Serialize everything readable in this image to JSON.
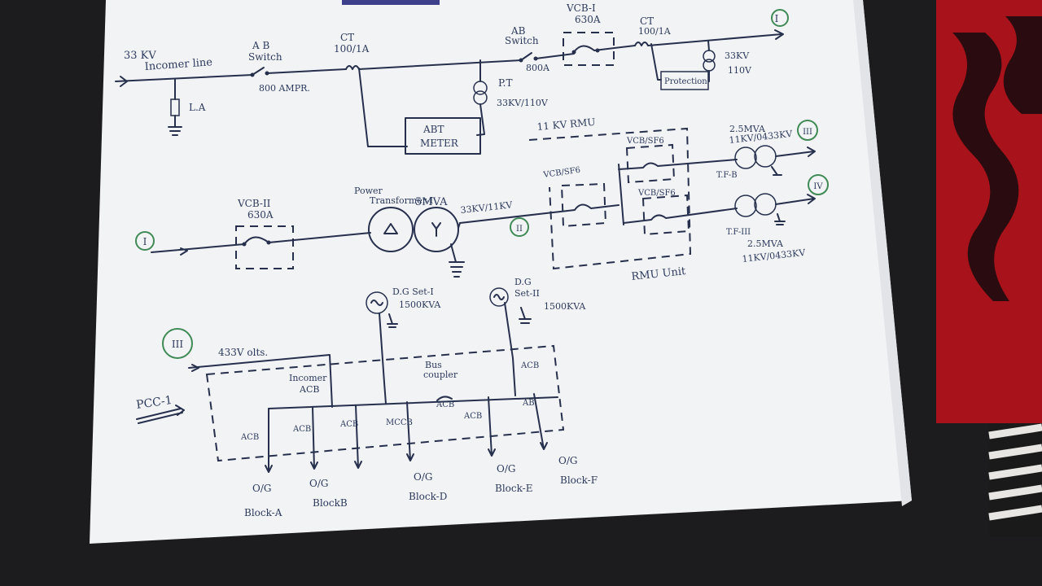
{
  "labels": {
    "incomer_voltage": "33 KV",
    "incomer_line": "Incomer line",
    "ab_switch_1_a": "A B",
    "ab_switch_1_b": "Switch",
    "ab_switch_1_rating": "800 AMPR.",
    "la": "L.A",
    "ct_1": "CT",
    "ct_1_ratio": "100/1A",
    "pt": "P.T",
    "pt_ratio": "33KV/110V",
    "abt_meter_1": "ABT",
    "abt_meter_2": "METER",
    "ab_switch_2_a": "AB",
    "ab_switch_2_b": "Switch",
    "ab_switch_2_rating": "800A",
    "vcb1": "VCB-I",
    "vcb1_rating": "630A",
    "ct_2": "CT",
    "ct_2_ratio": "100/1A",
    "protection": "Protection",
    "ptp_ratio_1": "33KV",
    "ptp_ratio_2": "110V",
    "marker_I": "I",
    "marker_II": "II",
    "marker_III": "III",
    "marker_IV": "IV",
    "rmu_11kv": "11 KV RMU",
    "vcb_sf6_1": "VCB/SF6",
    "vcb_sf6_2": "VCB/SF6",
    "vcb_sf6_3": "VCB/SF6",
    "rmu_unit": "RMU Unit",
    "tf_b_rating_1": "2.5MVA",
    "tf_b_rating_2": "11KV/0433KV",
    "tf_b": "T.F-B",
    "tf_c": "T.F-III",
    "tf_c_rating_1": "2.5MVA",
    "tf_c_rating_2": "11KV/0433KV",
    "vcb2": "VCB-II",
    "vcb2_rating": "630A",
    "power_tf_1": "Power",
    "power_tf_2": "Transformer-I",
    "power_tf_3": "5MVA",
    "power_tf_ratio": "33KV/11KV",
    "dg1_1": "D.G Set-I",
    "dg1_2": "1500KVA",
    "dg2_1": "D.G",
    "dg2_2": "Set-II",
    "dg2_3": "1500KVA",
    "voltage_433": "433V olts.",
    "incomer_acb_1": "Incomer",
    "incomer_acb_2": "ACB",
    "bus_coupler_1": "Bus",
    "bus_coupler_2": "coupler",
    "bus_coupler_acb": "ACB",
    "pcc": "PCC-1",
    "acb_a": "ACB",
    "acb_b": "ACB",
    "acb_c": "ACB",
    "mccb": "MCCB",
    "acb_e": "ACB",
    "acb_dg2": "ACB",
    "acb_f": "AB",
    "og_a": "O/G",
    "block_a": "Block-A",
    "og_b": "O/G",
    "block_b": "BlockB",
    "og_d": "O/G",
    "block_d": "Block-D",
    "og_e": "O/G",
    "block_e": "Block-E",
    "og_f": "O/G",
    "block_f": "Block-F"
  },
  "colors": {
    "paper": "#f3f4f6",
    "ink": "#26304d",
    "circle_marker": "#3f8a55",
    "cloth_red": "#b3141b"
  }
}
